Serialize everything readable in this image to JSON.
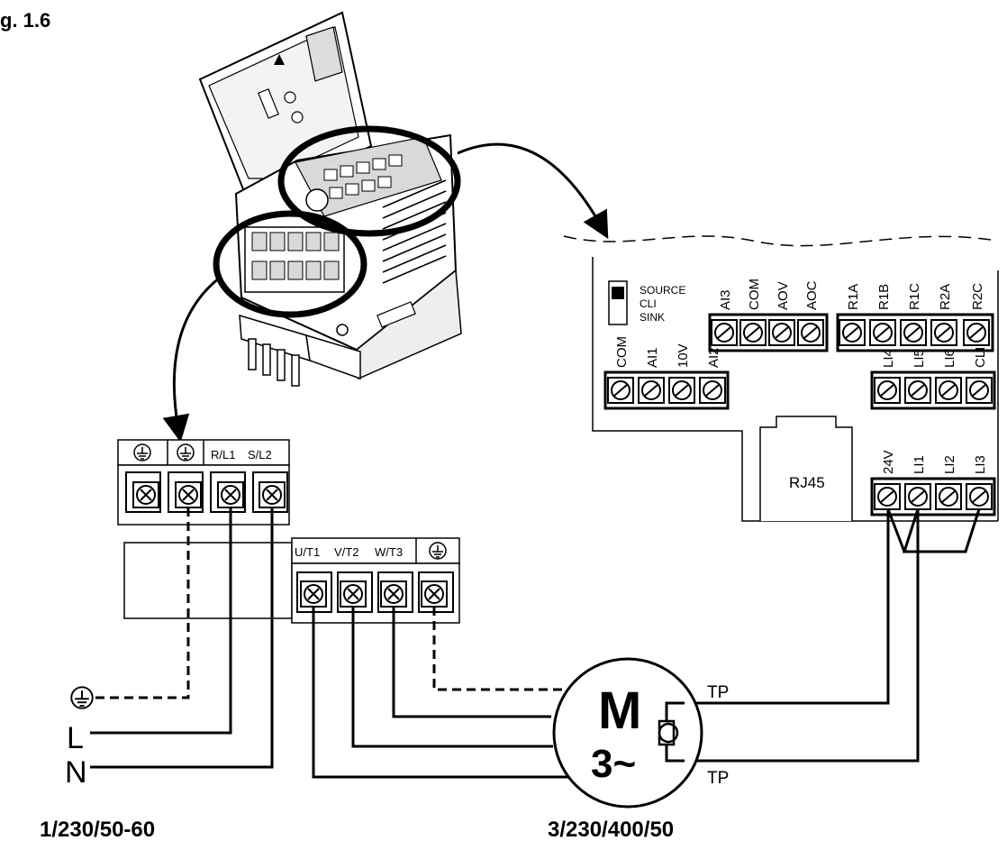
{
  "figure": {
    "label": "g. 1.6"
  },
  "switch": {
    "source": "SOURCE",
    "cli": "CLI",
    "sink": "SINK"
  },
  "control": {
    "block_a": [
      "AI3",
      "COM",
      "AOV",
      "AOC"
    ],
    "block_relay": [
      "R1A",
      "R1B",
      "R1C",
      "R2A",
      "R2C"
    ],
    "block_analog": [
      "COM",
      "AI1",
      "10V",
      "AI2"
    ],
    "block_li_top": [
      "LI4",
      "LI5",
      "LI6",
      "CLI"
    ],
    "block_li_bottom": [
      "24V",
      "LI1",
      "LI2",
      "LI3"
    ],
    "rj45": "RJ45"
  },
  "power_in": {
    "headers": [
      "R/L1",
      "S/L2"
    ]
  },
  "power_out": {
    "headers": [
      "U/T1",
      "V/T2",
      "W/T3"
    ]
  },
  "supply": {
    "l": "L",
    "n": "N",
    "rating": "1/230/50-60"
  },
  "motor": {
    "symbol": "M",
    "phases": "3~",
    "tp_top": "TP",
    "tp_bottom": "TP",
    "rating": "3/230/400/50"
  },
  "colors": {
    "ink": "#000000",
    "device_shade": "#d9d9d9"
  }
}
